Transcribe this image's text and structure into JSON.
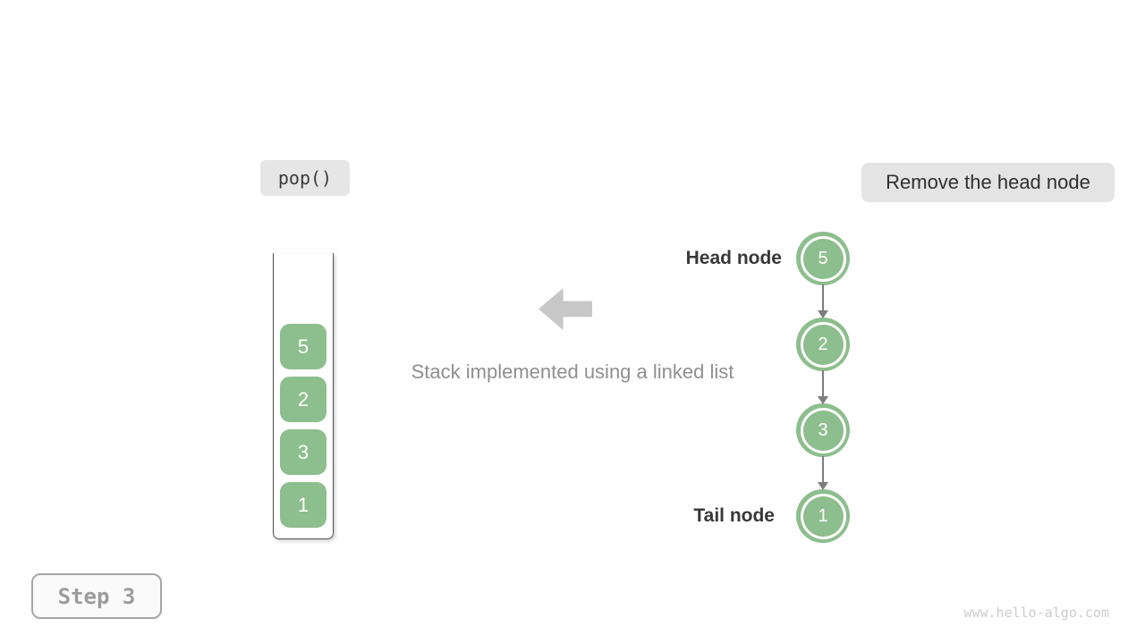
{
  "badges": {
    "operation": "pop()",
    "description": "Remove the head node",
    "step": "Step 3"
  },
  "stack": {
    "items": [
      "5",
      "2",
      "3",
      "1"
    ]
  },
  "linked_list": {
    "head_label": "Head node",
    "tail_label": "Tail node",
    "nodes": [
      "5",
      "2",
      "3",
      "1"
    ]
  },
  "caption": "Stack implemented using a linked list",
  "watermark": "www.hello-algo.com",
  "colors": {
    "node_green": "#8dbe8d",
    "badge_gray": "#e5e5e5",
    "block_arrow_gray": "#c7c7c7",
    "connector_gray": "#7d7d7d",
    "caption_gray": "#8f8f8f",
    "step_gray": "#9c9c9c"
  }
}
